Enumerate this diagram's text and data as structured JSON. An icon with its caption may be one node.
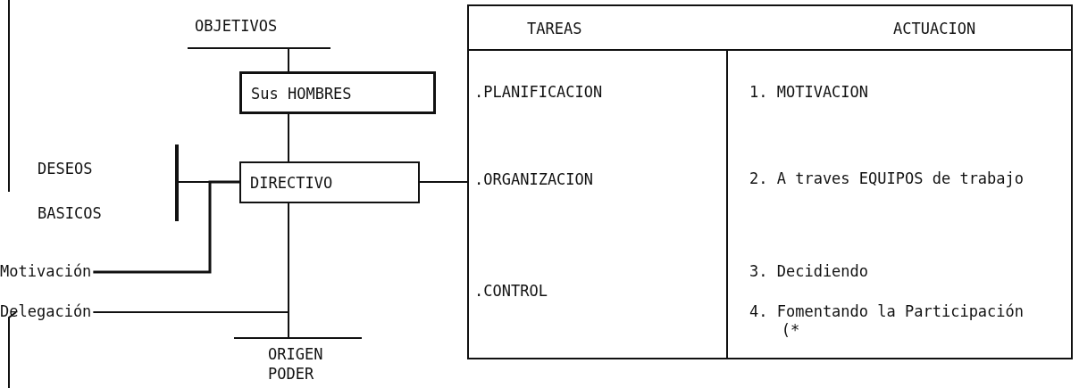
{
  "diagram": {
    "nodes": [
      {
        "text": [
          "OBJETIVOS"
        ]
      },
      {
        "text": [
          "Sus HOMBRES"
        ]
      },
      {
        "text": [
          "DESEOS BASICOS"
        ]
      },
      {
        "text": [
          "DIRECTIVO"
        ]
      },
      {
        "text": [
          "Motivación"
        ]
      },
      {
        "text": [
          "Delegación"
        ]
      },
      {
        "text": [
          "ORIGEN PODER"
        ]
      },
      {
        "text": [
          "TAREAS",
          "ACTUACION"
        ]
      },
      {
        "text": [
          ".PLANIFICACION",
          ".ORGANIZACION",
          ".CONTROL"
        ],
        "in": 7
      },
      {
        "text": [
          "1. MOTIVACION",
          "2. A traves EQUIPOS de trabajo",
          "3. Decidiendo",
          "4. Fomentando la Participación (*"
        ],
        "in": 7
      }
    ],
    "edges": [
      {
        "from": 0,
        "to": 1,
        "arrow": "none"
      },
      {
        "from": 1,
        "to": 3,
        "arrow": "none"
      },
      {
        "from": 2,
        "to": 3,
        "arrow": "none"
      },
      {
        "from": 4,
        "to": 3,
        "arrow": "none"
      },
      {
        "from": 3,
        "to": 6,
        "arrow": "none"
      },
      {
        "from": 5,
        "to": 6,
        "arrow": "none"
      },
      {
        "from": 3,
        "to": 8,
        "arrow": "none"
      }
    ]
  }
}
